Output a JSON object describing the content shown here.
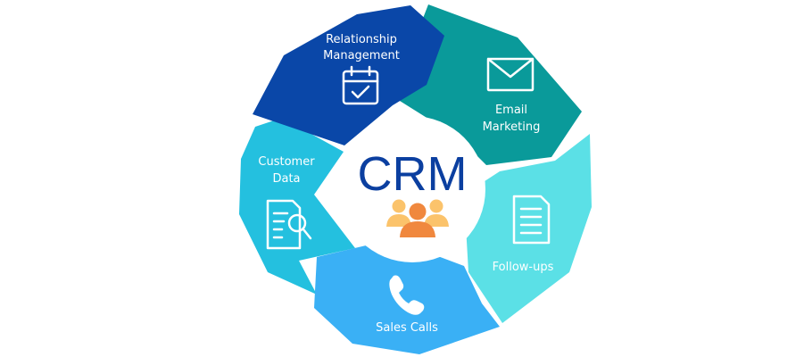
{
  "center": {
    "title": "CRM",
    "icon": "people-group-icon",
    "icon_colors": [
      "#fbc36b",
      "#f5a545",
      "#f0883e"
    ]
  },
  "segments": [
    {
      "id": "relationship-management",
      "lines": [
        "Relationship",
        "Management"
      ],
      "icon": "calendar-check-icon",
      "color": "#0a47a8"
    },
    {
      "id": "email-marketing",
      "lines": [
        "Email",
        "Marketing"
      ],
      "icon": "envelope-icon",
      "color": "#0a9a9a"
    },
    {
      "id": "follow-ups",
      "lines": [
        "Follow-ups"
      ],
      "icon": "document-icon",
      "color": "#5be0e6"
    },
    {
      "id": "sales-calls",
      "lines": [
        "Sales Calls"
      ],
      "icon": "phone-icon",
      "color": "#3ab0f5"
    },
    {
      "id": "customer-data",
      "lines": [
        "Customer",
        "Data"
      ],
      "icon": "document-search-icon",
      "color": "#24c0df"
    }
  ]
}
